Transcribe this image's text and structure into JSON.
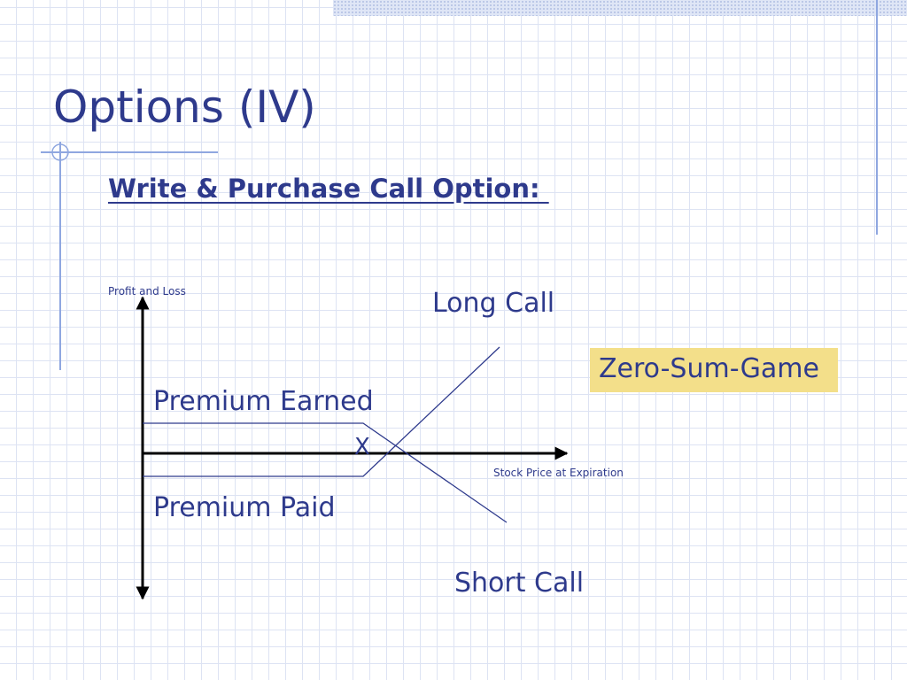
{
  "slide": {
    "title": "Options (IV)",
    "subtitle": "Write & Purchase Call Option: "
  },
  "diagram": {
    "y_axis_label": "Profit and Loss",
    "x_axis_label": "Stock Price at Expiration",
    "strike_marker": "X",
    "long_call_label": "Long Call",
    "short_call_label": "Short Call",
    "premium_earned_label": "Premium Earned",
    "premium_paid_label": "Premium Paid",
    "callout": "Zero-Sum-Game"
  },
  "colors": {
    "title": "#2e3a8c",
    "payoff_lines": "#2e3a8c",
    "axes": "#000000",
    "callout_fill": "#f3df8a",
    "grid": "#dde3f3"
  }
}
